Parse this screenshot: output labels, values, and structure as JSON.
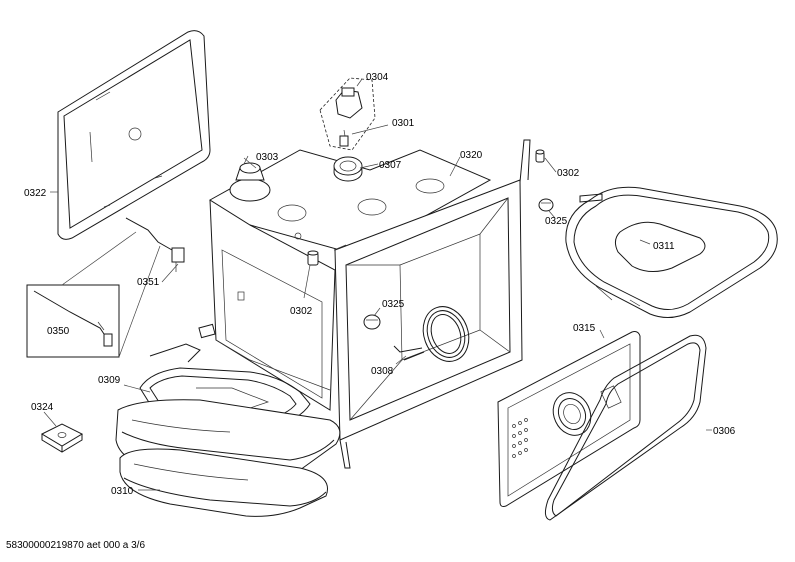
{
  "part_labels": {
    "p0322": "0322",
    "p0304": "0304",
    "p0301": "0301",
    "p0303": "0303",
    "p0307": "0307",
    "p0320": "0320",
    "p0302a": "0302",
    "p0302b": "0302",
    "p0325a": "0325",
    "p0325b": "0325",
    "p0311": "0311",
    "p0351": "0351",
    "p0350": "0350",
    "p0315": "0315",
    "p0308": "0308",
    "p0309": "0309",
    "p0324": "0324",
    "p0306": "0306",
    "p0310": "0310"
  },
  "footer": {
    "document_id": "58300000219870 aet 000 a 3/6"
  }
}
